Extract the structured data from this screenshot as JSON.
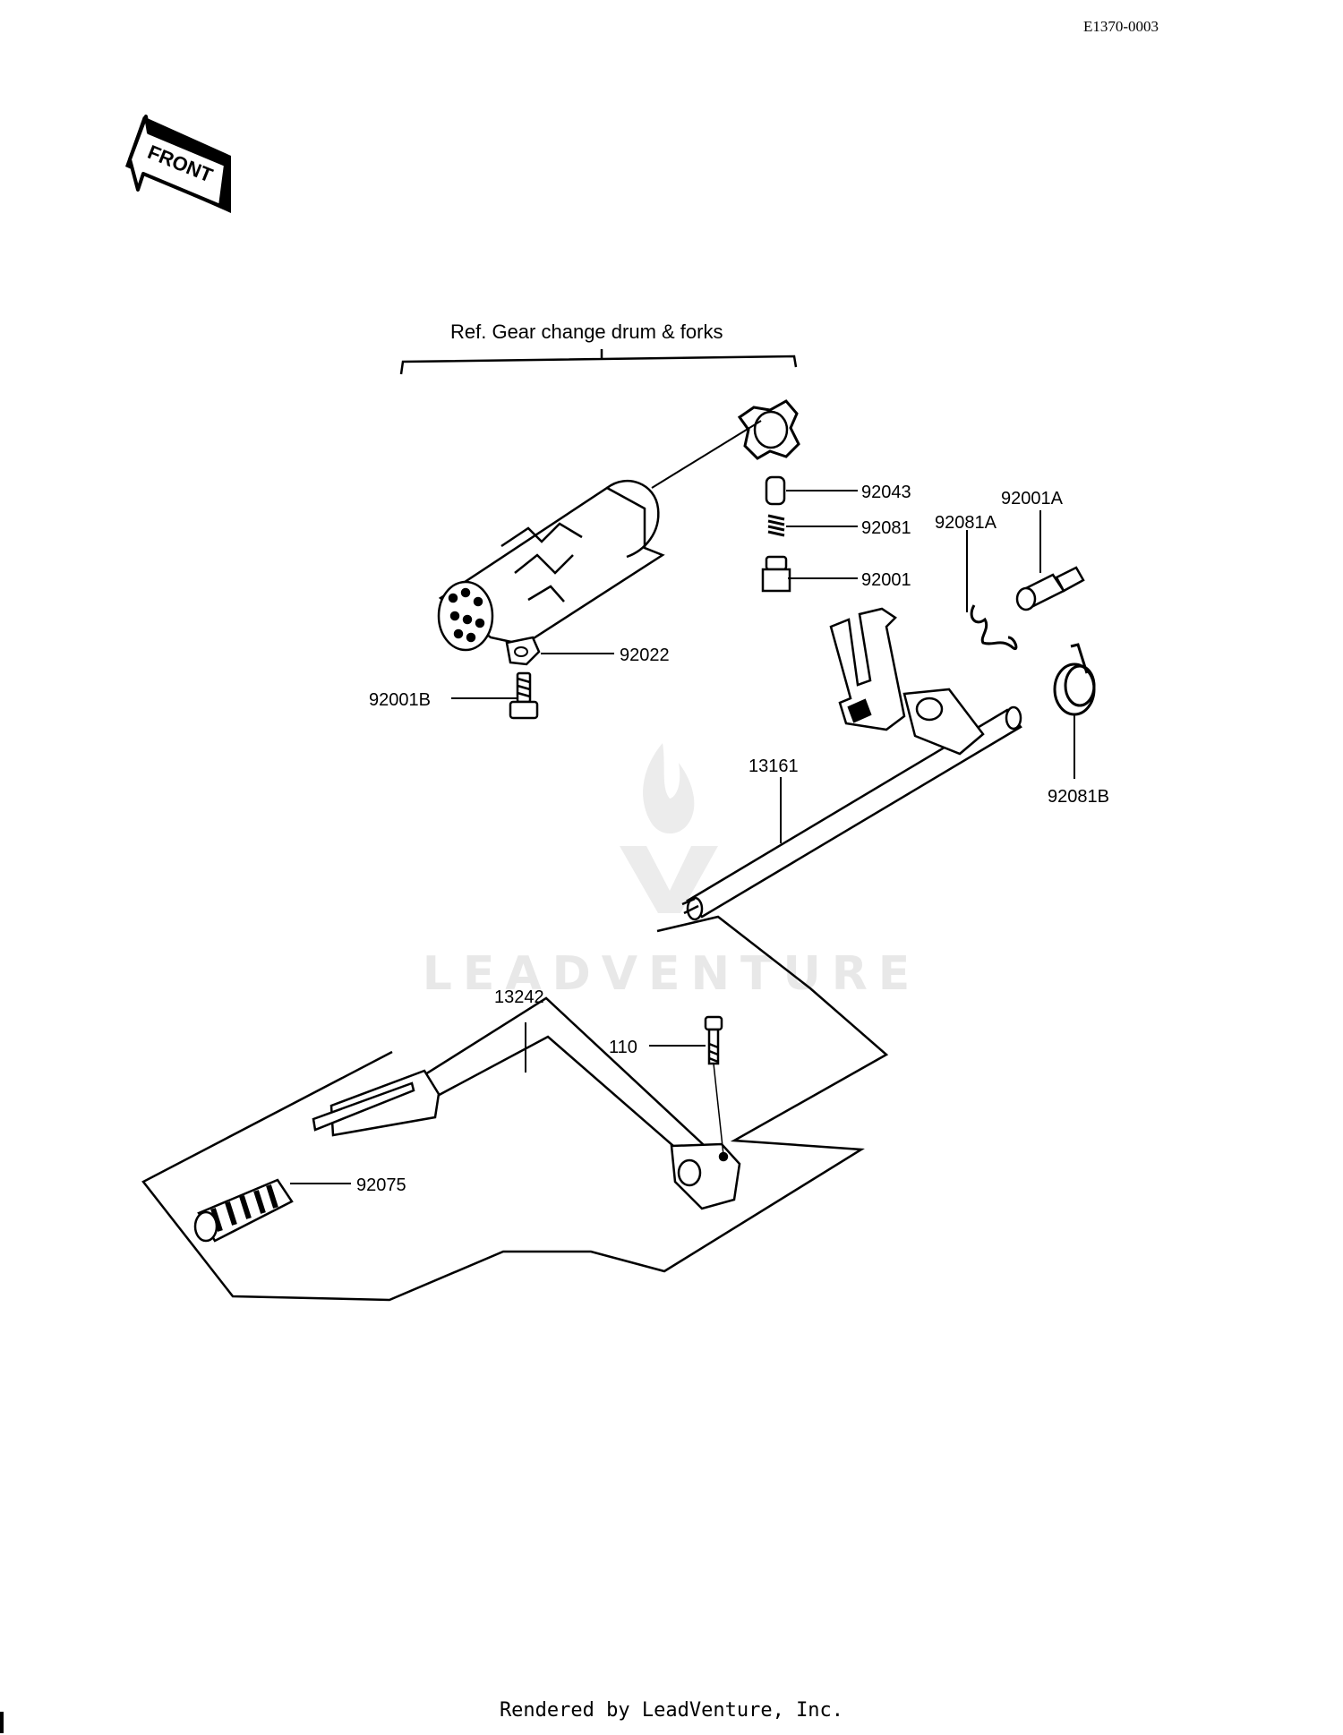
{
  "diagram_code": "E1370-0003",
  "front_arrow": {
    "label": "FRONT",
    "icon": "front-arrow-icon"
  },
  "ref_group": {
    "title": "Ref. Gear change drum & forks"
  },
  "parts": [
    {
      "id": "92043"
    },
    {
      "id": "92081"
    },
    {
      "id": "92001"
    },
    {
      "id": "92001A"
    },
    {
      "id": "92081A"
    },
    {
      "id": "92022"
    },
    {
      "id": "92001B"
    },
    {
      "id": "13161"
    },
    {
      "id": "92081B"
    },
    {
      "id": "13242"
    },
    {
      "id": "110"
    },
    {
      "id": "92075"
    }
  ],
  "watermark": {
    "text": "LEADVENTURE"
  },
  "footer": {
    "credit": "Rendered by LeadVenture, Inc."
  }
}
